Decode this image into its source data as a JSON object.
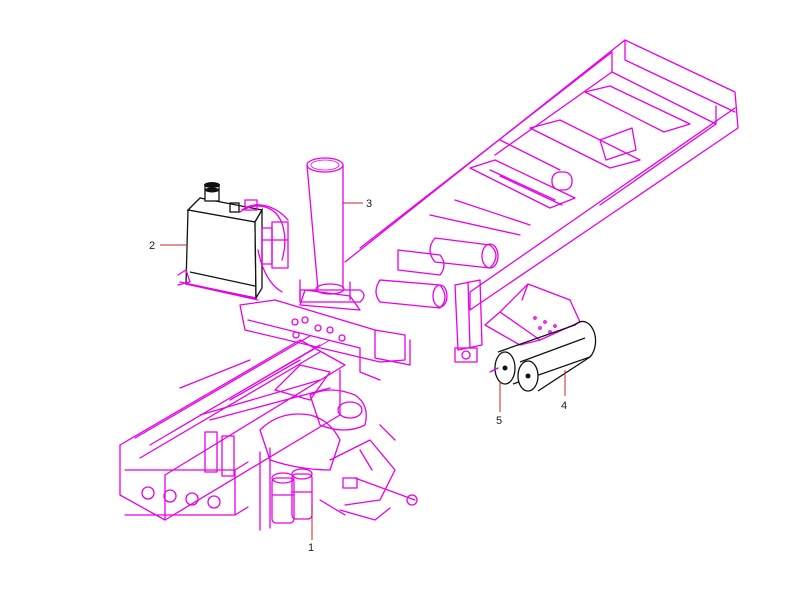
{
  "diagram": {
    "colors": {
      "linework": "#e800e8",
      "black": "#111111",
      "leader": "#cc2222"
    },
    "callouts": [
      {
        "id": "1",
        "text": "1"
      },
      {
        "id": "2",
        "text": "2"
      },
      {
        "id": "3",
        "text": "3"
      },
      {
        "id": "4",
        "text": "4"
      },
      {
        "id": "5",
        "text": "5"
      }
    ]
  }
}
